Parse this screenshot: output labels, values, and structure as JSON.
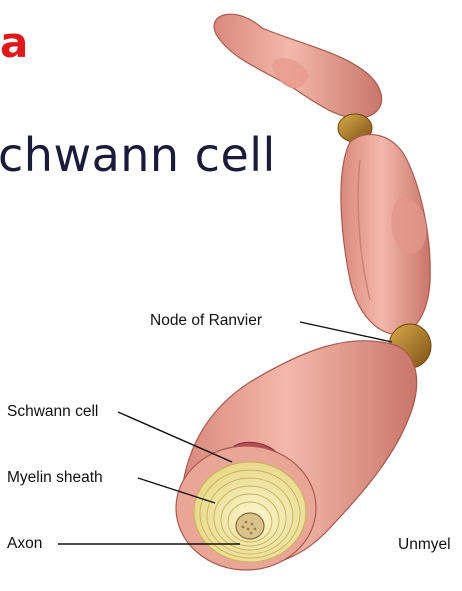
{
  "header": {
    "red_fragment": "a",
    "heading": "chwann cell"
  },
  "labels": {
    "node_of_ranvier": "Node of Ranvier",
    "schwann_cell": "Schwann cell",
    "myelin_sheath": "Myelin sheath",
    "axon": "Axon",
    "unmyelinated": "Unmyel"
  },
  "colors": {
    "membrane": "#eea99c",
    "membrane_dark": "#c9776c",
    "node": "#b07a22",
    "myelin": "#f1e7a0",
    "heading_red": "#e0181b"
  }
}
